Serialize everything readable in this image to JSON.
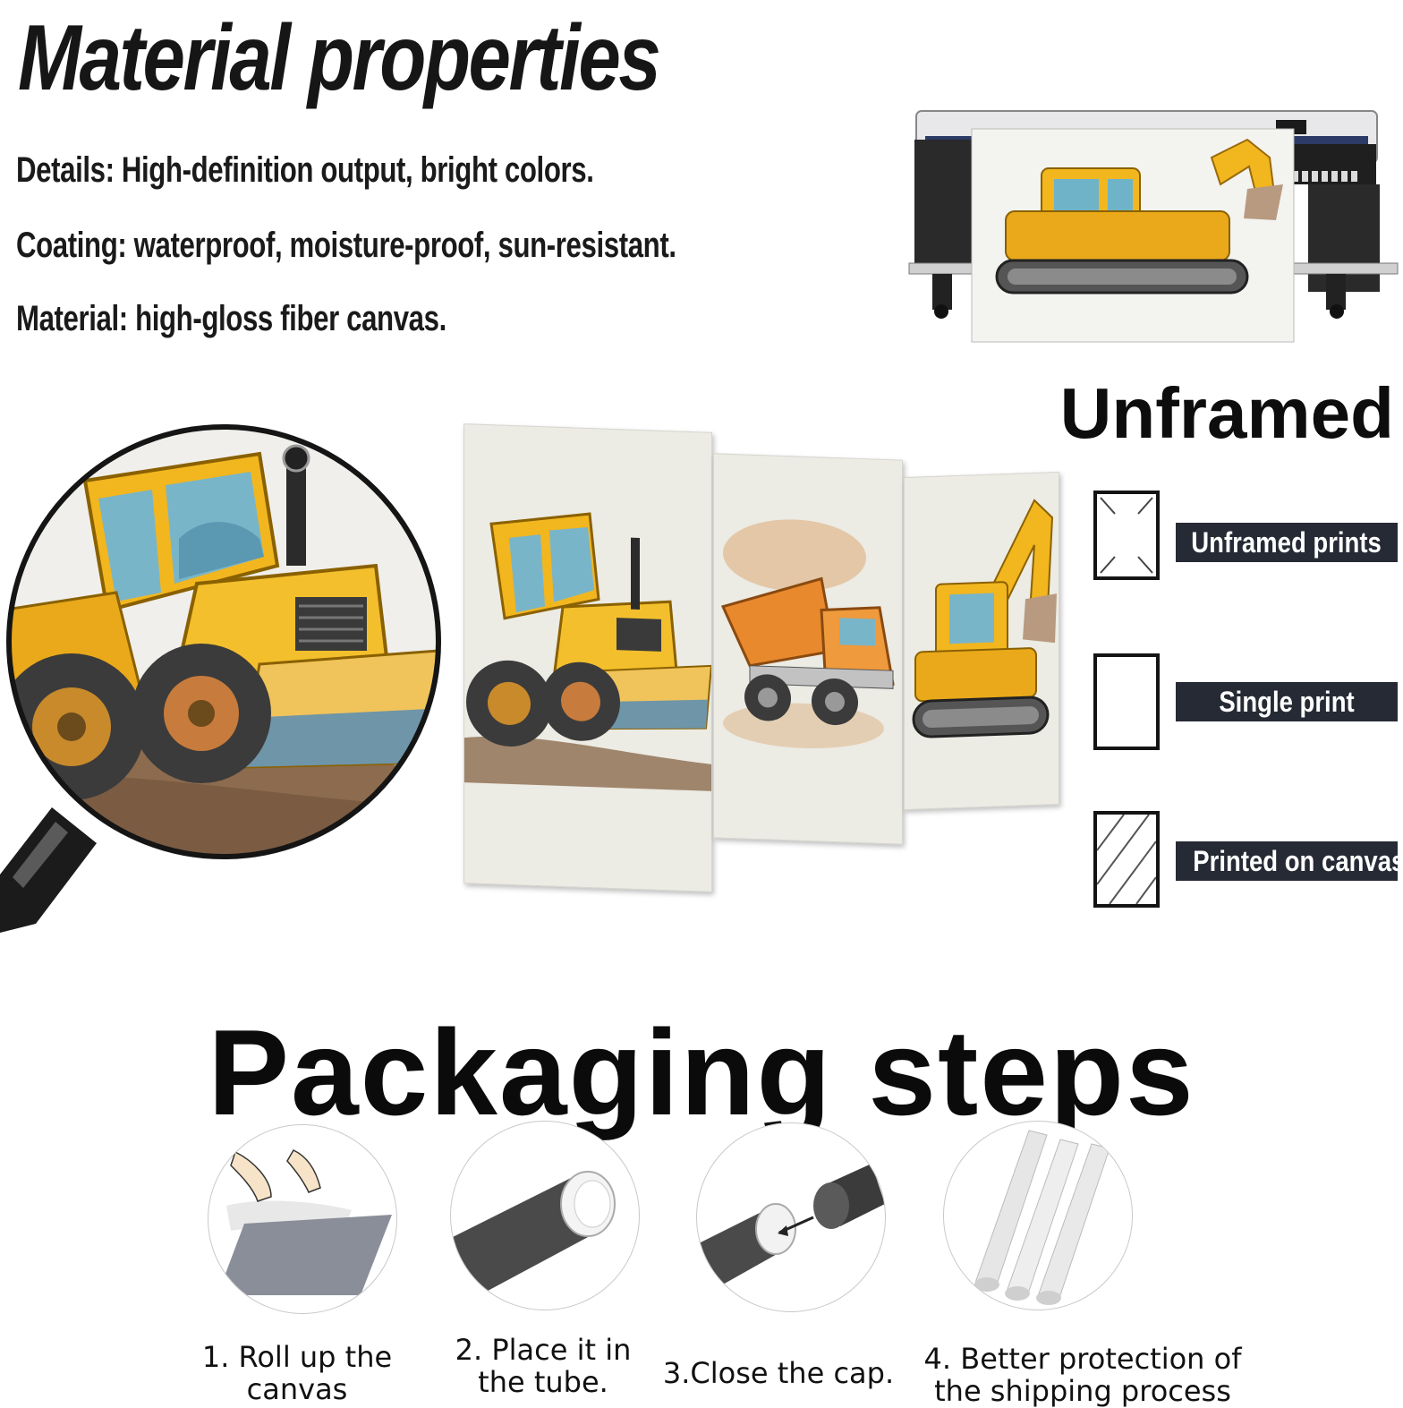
{
  "header": {
    "title": "Material properties",
    "details": [
      "Details: High-definition output, bright colors.",
      "Coating: waterproof, moisture-proof, sun-resistant.",
      "Material: high-gloss fiber canvas."
    ]
  },
  "unframed": {
    "title": "Unframed",
    "legend": [
      {
        "label": "Unframed prints",
        "icon": "corner-marks-icon"
      },
      {
        "label": "Single print",
        "icon": "empty-frame-icon"
      },
      {
        "label": "Printed on canvas",
        "icon": "hatched-canvas-icon"
      }
    ]
  },
  "packaging": {
    "title": "Packaging steps",
    "steps": [
      {
        "line1": "1. Roll up the",
        "line2": "canvas"
      },
      {
        "line1": "2. Place it in",
        "line2": "the tube."
      },
      {
        "line1": "3.Close the cap.",
        "line2": ""
      },
      {
        "line1": "4. Better protection of",
        "line2": "the shipping process"
      }
    ]
  },
  "colors": {
    "vehicle_yellow": "#f2b61f",
    "dump_truck_orange": "#e9892e",
    "label_background": "#262a35",
    "canvas_background": "#ecebe4"
  }
}
